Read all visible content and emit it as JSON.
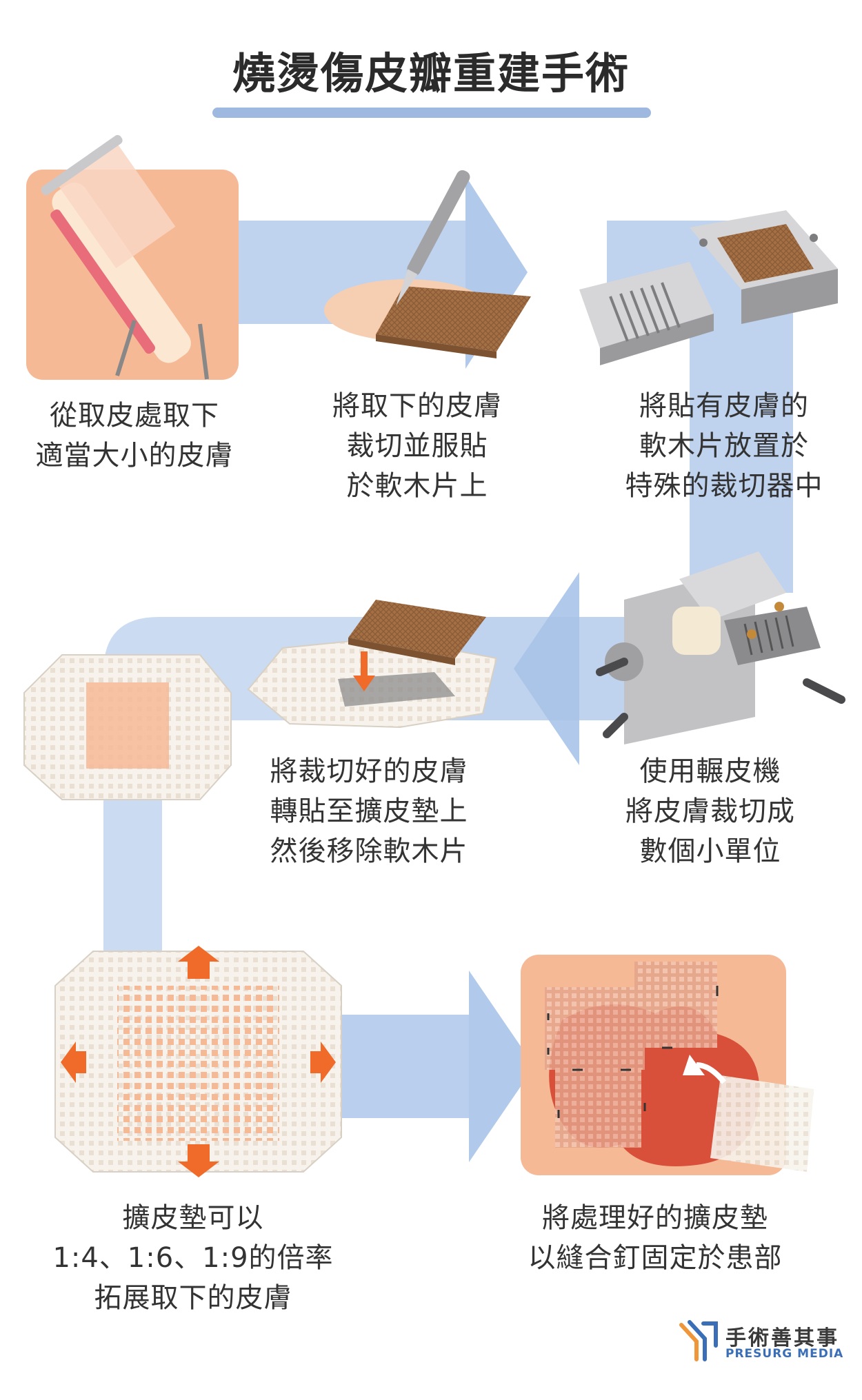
{
  "title": "燒燙傷皮瓣重建手術",
  "steps": [
    {
      "lines": [
        "從取皮處取下",
        "適當大小的皮膚"
      ]
    },
    {
      "lines": [
        "將取下的皮膚",
        "裁切並服貼",
        "於軟木片上"
      ]
    },
    {
      "lines": [
        "將貼有皮膚的",
        "軟木片放置於",
        "特殊的裁切器中"
      ]
    },
    {
      "lines": [
        "使用輾皮機",
        "將皮膚裁切成",
        "數個小單位"
      ]
    },
    {
      "lines": [
        "將裁切好的皮膚",
        "轉貼至擴皮墊上",
        "然後移除軟木片"
      ]
    },
    {
      "lines": [
        "擴皮墊可以",
        "1:4、1:6、1:9的倍率",
        "拓展取下的皮膚"
      ]
    },
    {
      "lines": [
        "將處理好的擴皮墊",
        "以縫合釘固定於患部"
      ]
    }
  ],
  "brand": {
    "name_zh": "手術善其事",
    "name_en": "PRESURG MEDIA"
  },
  "colors": {
    "flow_arrow": "#a9c3e8",
    "skin": "#f6b996",
    "cork": "#9a6a43",
    "wound": "#d9503a",
    "expand_arrow": "#f06a2a",
    "machine": "#b5b5b8"
  }
}
